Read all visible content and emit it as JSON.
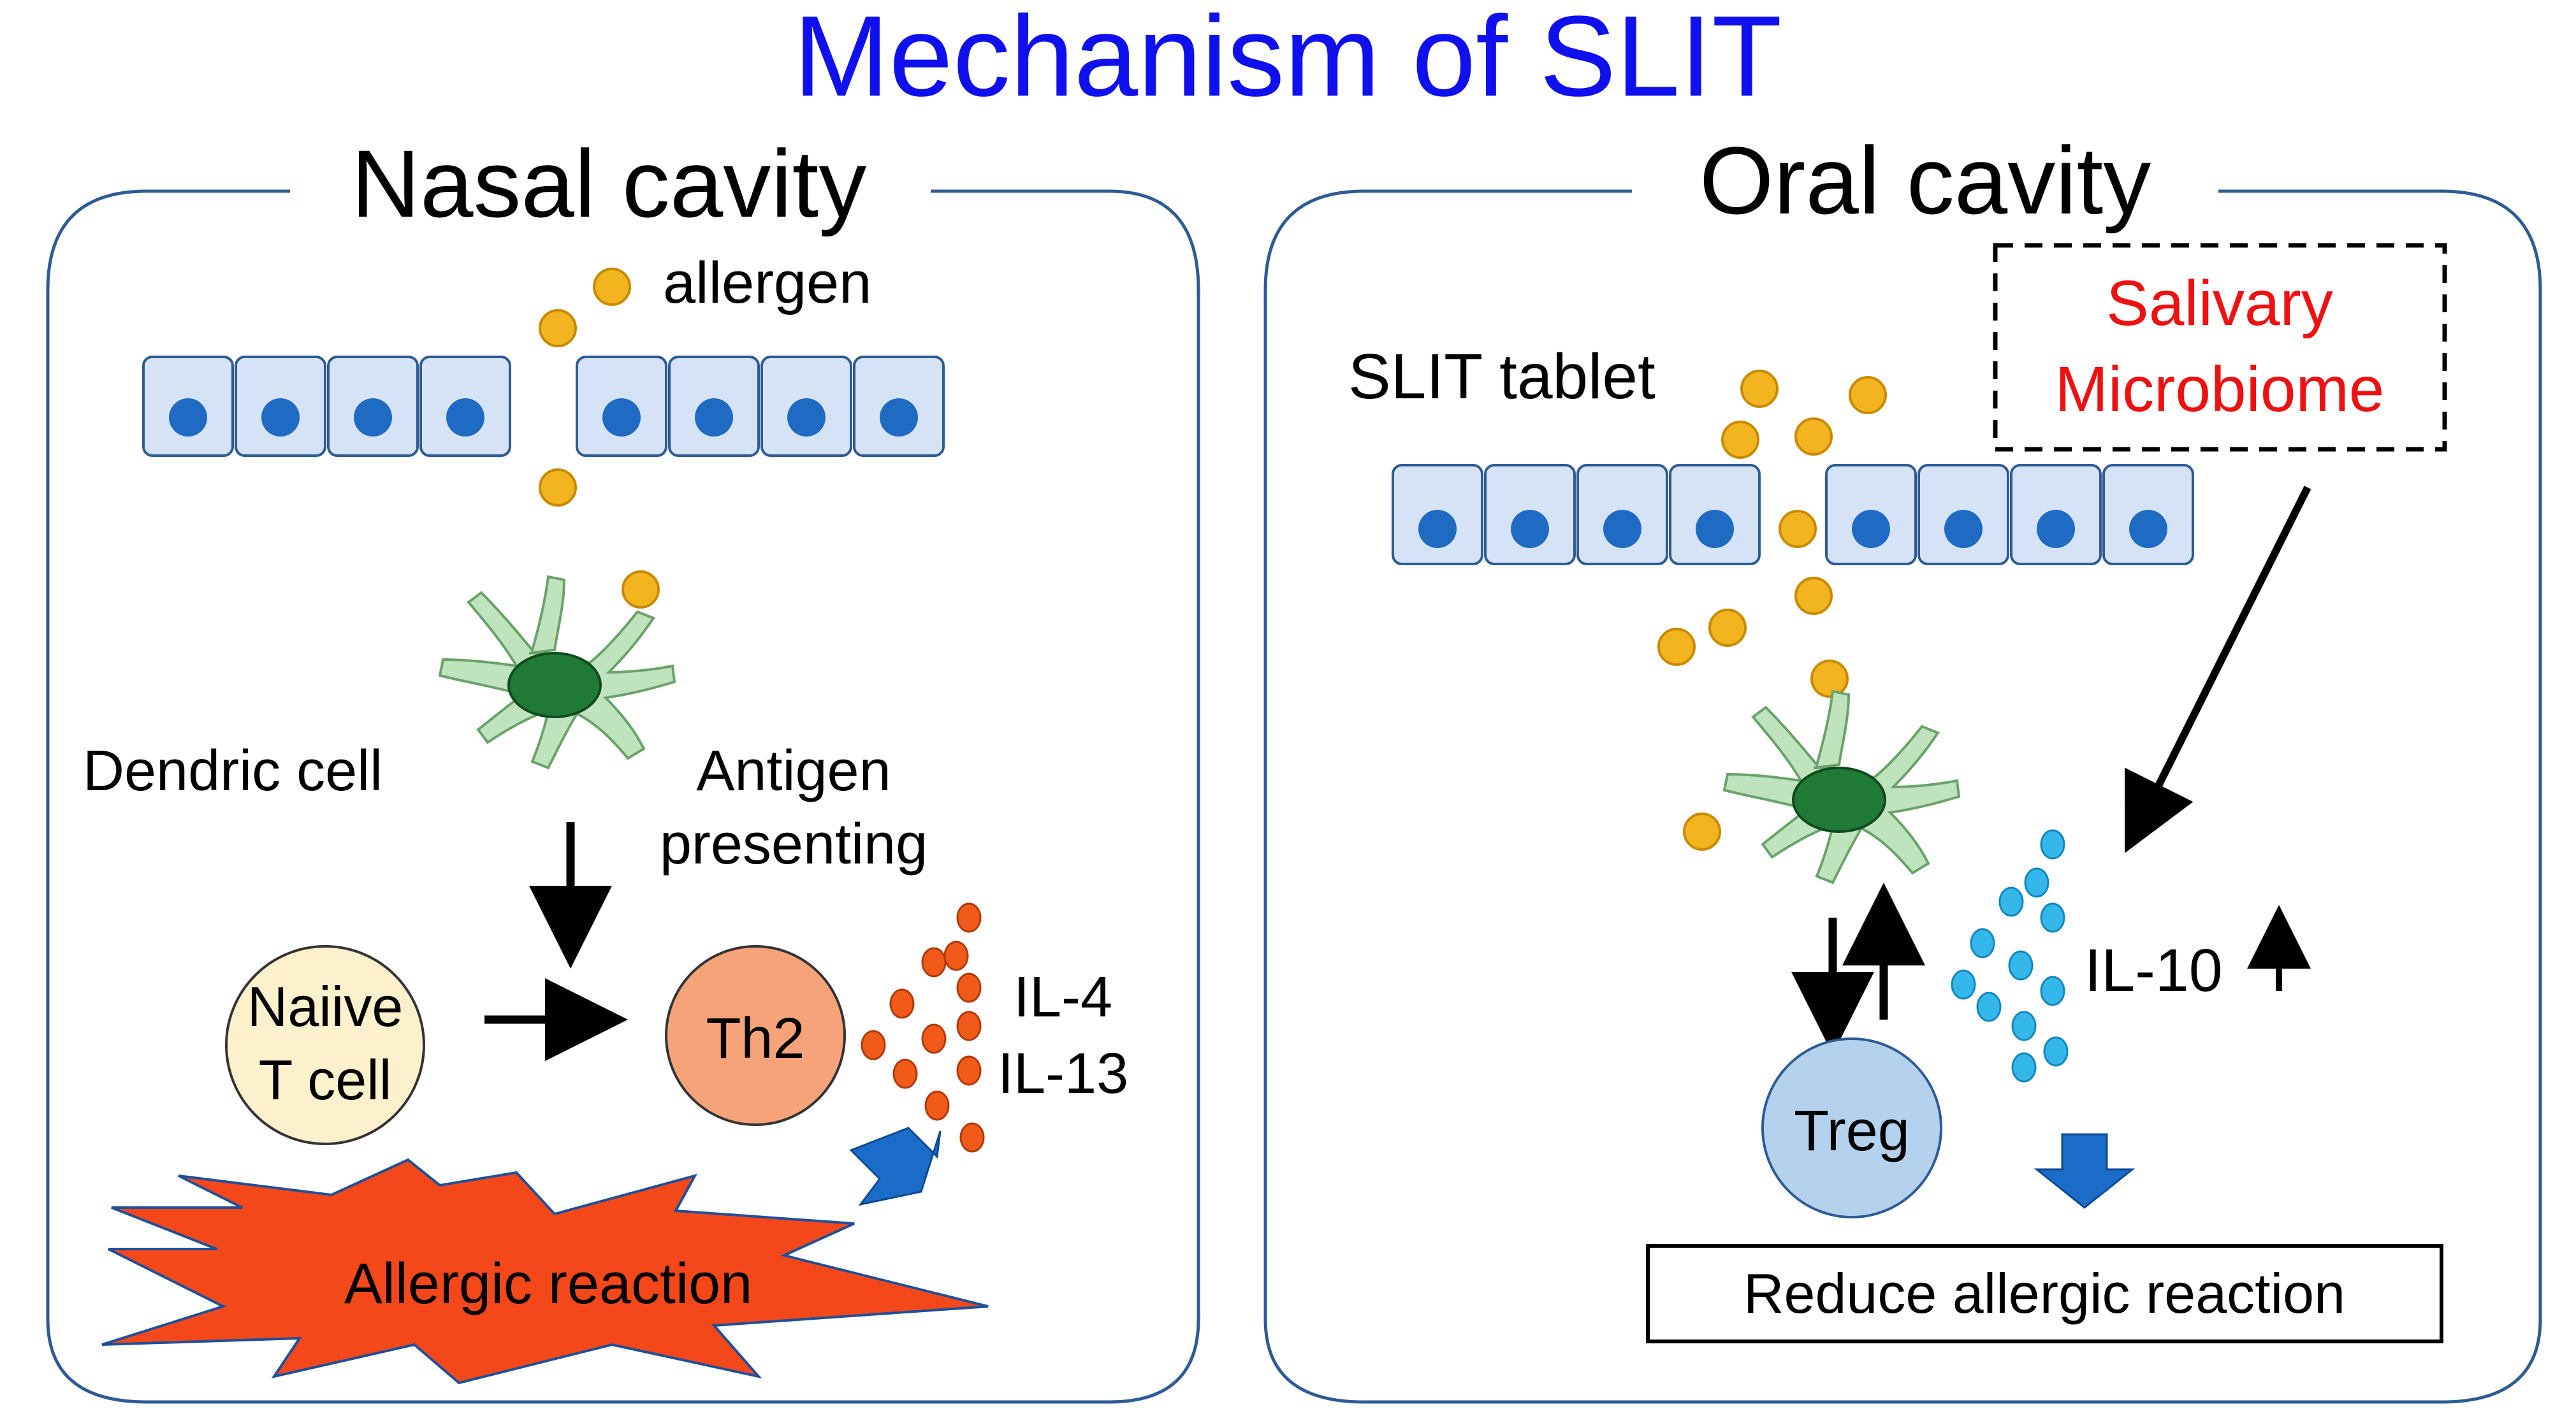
{
  "title": "Mechanism of SLIT",
  "nasal": {
    "heading": "Nasal cavity",
    "allergen_label": "allergen",
    "dendritic_label": "Dendric cell",
    "antigen_label_line1": "Antigen",
    "antigen_label_line2": "presenting",
    "naive_line1": "Naiive",
    "naive_line2": "T cell",
    "th2_label": "Th2",
    "il4_label": "IL-4",
    "il13_label": "IL-13",
    "reaction_label": "Allergic reaction"
  },
  "oral": {
    "heading": "Oral cavity",
    "tablet_label": "SLIT tablet",
    "microbiome_line1": "Salivary",
    "microbiome_line2": "Microbiome",
    "il10_label": "IL-10",
    "treg_label": "Treg",
    "reduce_label": "Reduce allergic reaction"
  },
  "colors": {
    "title": "#1010ee",
    "panel_border": "#2e5b94",
    "epithelial_fill": "#d6e3f6",
    "nucleus": "#1f6bc4",
    "allergen": "#f2b41f",
    "dendritic_fill": "#bfe3bd",
    "dendritic_nucleus": "#1f7a35",
    "naive_fill": "#fdf0cc",
    "th2_fill": "#f6a37a",
    "il4_dots": "#f25a1a",
    "reaction_fill": "#f5481a",
    "treg_fill": "#b4d2ee",
    "il10_dots": "#34b8ec",
    "block_arrow": "#1b6bc8",
    "microbiome_text": "#ee1111"
  }
}
